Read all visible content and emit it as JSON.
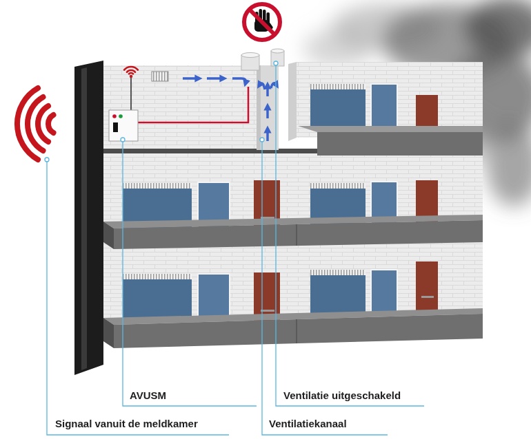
{
  "diagram": {
    "labels": [
      "AVUSM",
      "Ventilatie uitgeschakeld",
      "Signaal vanuit de meldkamer",
      "Ventilatiekanaal"
    ]
  }
}
